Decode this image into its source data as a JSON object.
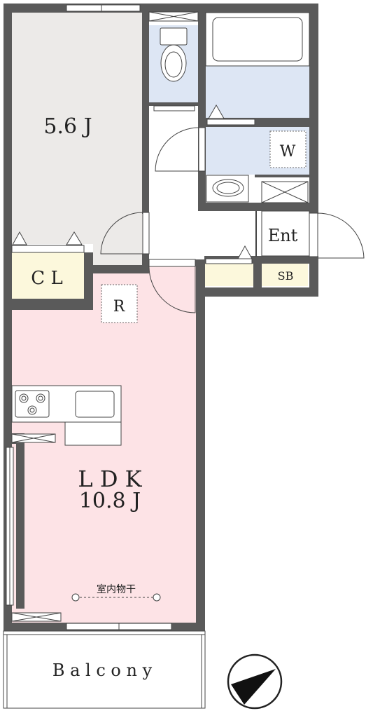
{
  "rooms": {
    "western": {
      "name": "5.6 J",
      "color": "#eceae8"
    },
    "closet": {
      "name": "C L",
      "color": "#fcf8dc"
    },
    "ldk": {
      "name": "L D K",
      "size": "10.8 J",
      "color": "#fde3e6"
    },
    "refrigerator": {
      "name": "R"
    },
    "washer": {
      "name": "W"
    },
    "entrance": {
      "name": "Ent"
    },
    "shoe_box": {
      "name": "SB"
    },
    "indoor_drying": {
      "name": "室内物干"
    },
    "balcony": {
      "name": "B a l c o n y"
    }
  },
  "colors": {
    "wall": "#5a5a5a",
    "wet_area": "#dde6f4",
    "storage": "#fcf8dc",
    "fixture": "#ffffff",
    "line": "#444444"
  },
  "icons": {
    "compass": "north-arrow-icon",
    "stove": "gas-stove-icon",
    "sink": "kitchen-sink-icon",
    "toilet": "toilet-icon",
    "bathtub": "bathtub-icon",
    "washbasin": "washbasin-icon"
  }
}
